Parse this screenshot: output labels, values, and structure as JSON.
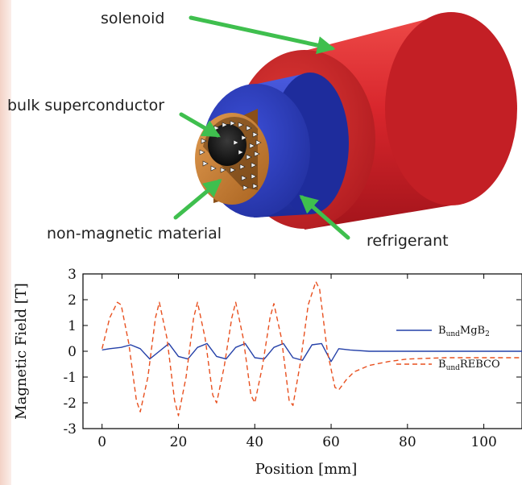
{
  "diagram": {
    "labels": {
      "solenoid": "solenoid",
      "bulk": "bulk superconductor",
      "nonmag": "non-magnetic material",
      "refrigerant": "refrigerant"
    },
    "colors": {
      "solenoid": "#d8262c",
      "refrigerant": "#2b3fc4",
      "bulk": "#c97f35",
      "arrow": "#3fbf4e"
    }
  },
  "chart_data": {
    "type": "line",
    "xlabel": "Position [mm]",
    "ylabel": "Magnetic Field [T]",
    "xlim": [
      -5,
      110
    ],
    "ylim": [
      -3,
      3
    ],
    "xticks": [
      0,
      20,
      40,
      60,
      80,
      100
    ],
    "yticks": [
      -3,
      -2,
      -1,
      0,
      1,
      2,
      3
    ],
    "legend_position": "right",
    "series": [
      {
        "name_main": "B",
        "name_sub": "und",
        "name_rest": "MgB",
        "name_sub2": "2",
        "style": "solid",
        "color": "#2440a8",
        "x": [
          0,
          2,
          5,
          7.5,
          10,
          12.5,
          15,
          17.5,
          20,
          22.5,
          25,
          27.5,
          30,
          32.5,
          35,
          37.5,
          40,
          42.5,
          45,
          47.5,
          50,
          52.5,
          55,
          57.5,
          60,
          62,
          65,
          70,
          75,
          80,
          90,
          100,
          110
        ],
        "y": [
          0.05,
          0.1,
          0.15,
          0.25,
          0.1,
          -0.3,
          0,
          0.3,
          -0.2,
          -0.3,
          0.15,
          0.3,
          -0.2,
          -0.3,
          0.15,
          0.3,
          -0.25,
          -0.3,
          0.15,
          0.3,
          -0.25,
          -0.35,
          0.25,
          0.3,
          -0.4,
          0.1,
          0.05,
          0,
          0,
          0,
          0,
          0,
          0
        ]
      },
      {
        "name_main": "B",
        "name_sub": "und",
        "name_rest": "REBCO",
        "name_sub2": "",
        "style": "dashed",
        "color": "#e8501f",
        "x": [
          0,
          2,
          4,
          5,
          7,
          9,
          10,
          12,
          14,
          15,
          17,
          19,
          20,
          22,
          24,
          25,
          27,
          29,
          30,
          32,
          34,
          35,
          37,
          39,
          40,
          42,
          44,
          45,
          47,
          49,
          50,
          52,
          54,
          56,
          57,
          59,
          61,
          62,
          64,
          66,
          70,
          75,
          80,
          90,
          100,
          110
        ],
        "y": [
          0.1,
          1.3,
          1.9,
          1.8,
          0.3,
          -1.9,
          -2.35,
          -1.0,
          1.3,
          1.9,
          0.5,
          -1.9,
          -2.5,
          -1.0,
          1.3,
          1.9,
          0.5,
          -1.7,
          -2.0,
          -0.6,
          1.3,
          1.9,
          0.5,
          -1.7,
          -2.0,
          -0.6,
          1.3,
          1.85,
          0.5,
          -1.9,
          -2.1,
          -0.4,
          1.8,
          2.7,
          2.4,
          0.0,
          -1.4,
          -1.5,
          -1.1,
          -0.8,
          -0.55,
          -0.4,
          -0.3,
          -0.25,
          -0.25,
          -0.25
        ]
      }
    ]
  }
}
